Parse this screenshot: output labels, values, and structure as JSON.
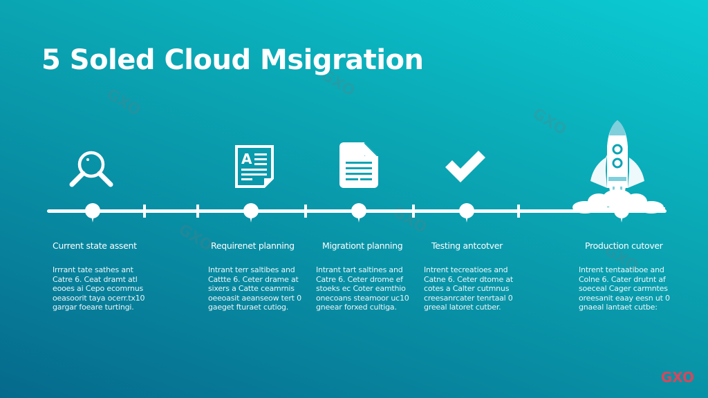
{
  "slide": {
    "title": "5 Soled Cloud Msigration",
    "brand_mark": "GXO",
    "watermark_text": "GXO",
    "colors": {
      "bg_top_right": "#0bcbd3",
      "bg_bottom_left": "#06698c",
      "foreground": "#ffffff",
      "brand_mark": "#d9465b"
    }
  },
  "steps": [
    {
      "icon": "magnifier-icon",
      "title": "Current state assent",
      "desc": [
        "Irrrant tate sathes ant",
        "Catre 6. Ceat dramt atl",
        "eooes ai Cepo ecomrnus",
        "oeasoorit taya ocerr.tx10",
        "gargar foeare turtingi."
      ]
    },
    {
      "icon": "document-text-icon",
      "title": "Requirenet planning",
      "desc": [
        "Intrant terr saltibes and",
        "Cattte 6. Ceter drame at",
        "sixers a Catte ceamrnis",
        "oeeoasit aeanseow tert 0",
        "gaeget fturaet cutiog."
      ]
    },
    {
      "icon": "file-icon",
      "title": "Migrationt planning",
      "desc": [
        "Intrant tart saltines and",
        "Catre 6. Ceter drome ef",
        "stoeks ec Coter eamthio",
        "onecoans steamoor uc10",
        "gneear forxed cultiga."
      ]
    },
    {
      "icon": "checkmark-icon",
      "title": "Testing antcotver",
      "desc": [
        "Intrent tecreatioes and",
        "Catne 6. Ceter dtome at",
        "cotes a Calter cutmnus",
        "creesanrcater tenrtaal 0",
        "greeal latoret cutber."
      ]
    },
    {
      "icon": "rocket-icon",
      "title": "Production cutover",
      "desc": [
        "Intrent tentaatiboe and",
        "Colne 6. Cater drutnt af",
        "soeceal Cager carmntes",
        "oreesanit eaay eesn ut 0",
        "gnaeal lantaet cutbe:"
      ]
    }
  ]
}
